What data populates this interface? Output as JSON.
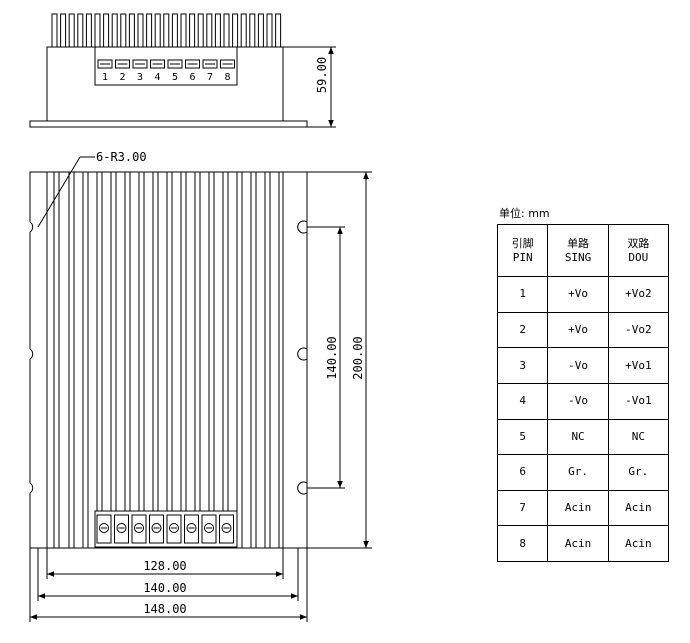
{
  "side_view": {
    "height_dim": "59.00",
    "pin_numbers": [
      "1",
      "2",
      "3",
      "4",
      "5",
      "6",
      "7",
      "8"
    ]
  },
  "top_view": {
    "hole_callout": "6-R3.00",
    "dim_vertical_inner": "140.00",
    "dim_vertical_outer": "200.00",
    "dim_width_1": "128.00",
    "dim_width_2": "140.00",
    "dim_width_3": "148.00"
  },
  "table": {
    "unit_label": "单位: mm",
    "headers": [
      {
        "cn": "引脚",
        "en": "PIN"
      },
      {
        "cn": "单路",
        "en": "SING"
      },
      {
        "cn": "双路",
        "en": "DOU"
      }
    ],
    "rows": [
      {
        "pin": "1",
        "sing": "+Vo",
        "dou": "+Vo2"
      },
      {
        "pin": "2",
        "sing": "+Vo",
        "dou": "-Vo2"
      },
      {
        "pin": "3",
        "sing": "-Vo",
        "dou": "+Vo1"
      },
      {
        "pin": "4",
        "sing": "-Vo",
        "dou": "-Vo1"
      },
      {
        "pin": "5",
        "sing": "NC",
        "dou": "NC"
      },
      {
        "pin": "6",
        "sing": "Gr.",
        "dou": "Gr."
      },
      {
        "pin": "7",
        "sing": "Acin",
        "dou": "Acin"
      },
      {
        "pin": "8",
        "sing": "Acin",
        "dou": "Acin"
      }
    ]
  }
}
